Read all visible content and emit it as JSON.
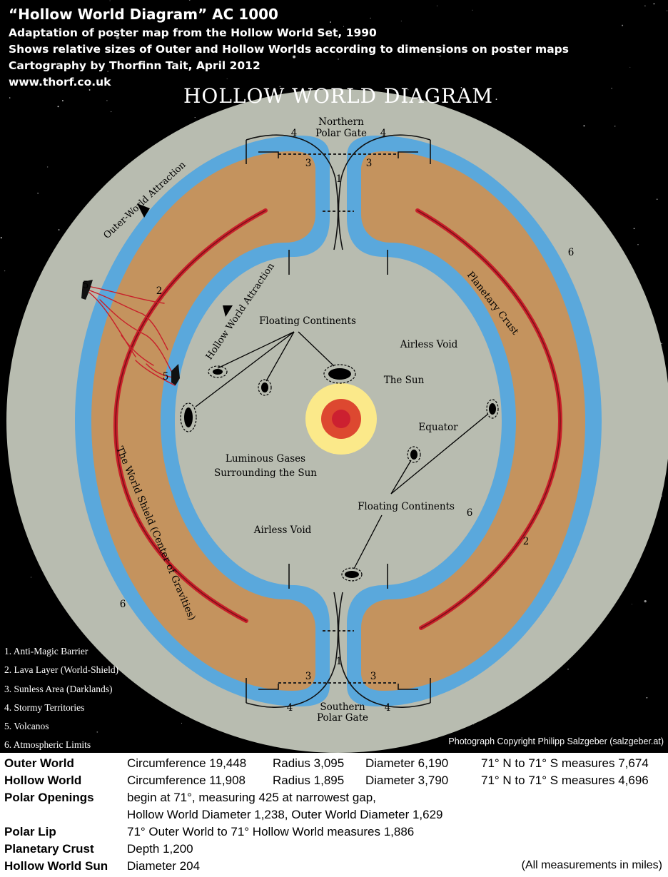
{
  "header": {
    "title": "“Hollow World Diagram” AC 1000",
    "lines": [
      "Adaptation of poster map from the Hollow World Set, 1990",
      "Shows relative sizes of Outer and Hollow Worlds according to dimensions on poster maps",
      "Cartography by Thorfinn Tait, April 2012",
      "www.thorf.co.uk"
    ]
  },
  "diagram": {
    "title": "HOLLOW WORLD DIAGRAM",
    "labels": {
      "northern_gate": [
        "Northern",
        "Polar Gate"
      ],
      "southern_gate": [
        "Southern",
        "Polar Gate"
      ],
      "outer_attraction": "Outer-World Attraction",
      "hollow_attraction": "Hollow World Attraction",
      "planetary_crust": "Planetary Crust",
      "world_shield": "The World Shield (Center of Gravities)",
      "floating_continents_top": "Floating Continents",
      "floating_continents_bottom": "Floating Continents",
      "airless_void_top": "Airless Void",
      "airless_void_bottom": "Airless Void",
      "the_sun": "The Sun",
      "equator": "Equator",
      "luminous_gases": [
        "Luminous Gases",
        "Surrounding the Sun"
      ]
    },
    "numbers": {
      "n1": "1",
      "n2": "2",
      "n3": "3",
      "n4": "4",
      "n5": "5",
      "n6": "6"
    },
    "colors": {
      "atmosphere": "#b8bcb0",
      "water": "#5aa8dc",
      "crust": "#c4935e",
      "lava": "#c8202a",
      "sun_glow": "#fbe98a",
      "sun_core": "#dd4830",
      "sun_center": "#cc2030"
    }
  },
  "legend": [
    "1. Anti-Magic Barrier",
    "2. Lava Layer (World-Shield)",
    "3. Sunless Area (Darklands)",
    "4. Stormy Territories",
    "5. Volcanos",
    "6. Atmospheric Limits"
  ],
  "photo_credit": "Photograph Copyright Philipp Salzgeber (salzgeber.at)",
  "table": {
    "rows": [
      {
        "label": "Outer World",
        "c1": "Circumference 19,448",
        "c2": "Radius 3,095",
        "c3": "Diameter 6,190",
        "c4": "71° N to 71° S measures 7,674"
      },
      {
        "label": "Hollow World",
        "c1": "Circumference 11,908",
        "c2": "Radius 1,895",
        "c3": "Diameter 3,790",
        "c4": "71° N to 71° S measures 4,696"
      },
      {
        "label": "Polar Openings",
        "c1": "begin at 71°, measuring 425 at narrowest gap,"
      },
      {
        "label": "",
        "c1": "Hollow World Diameter 1,238, Outer World Diameter 1,629"
      },
      {
        "label": "Polar Lip",
        "c1": "71° Outer World to 71° Hollow World measures 1,886"
      },
      {
        "label": "Planetary Crust",
        "c1": "Depth 1,200"
      },
      {
        "label": "Hollow World Sun",
        "c1": "Diameter 204"
      }
    ],
    "note": "(All measurements in miles)"
  }
}
